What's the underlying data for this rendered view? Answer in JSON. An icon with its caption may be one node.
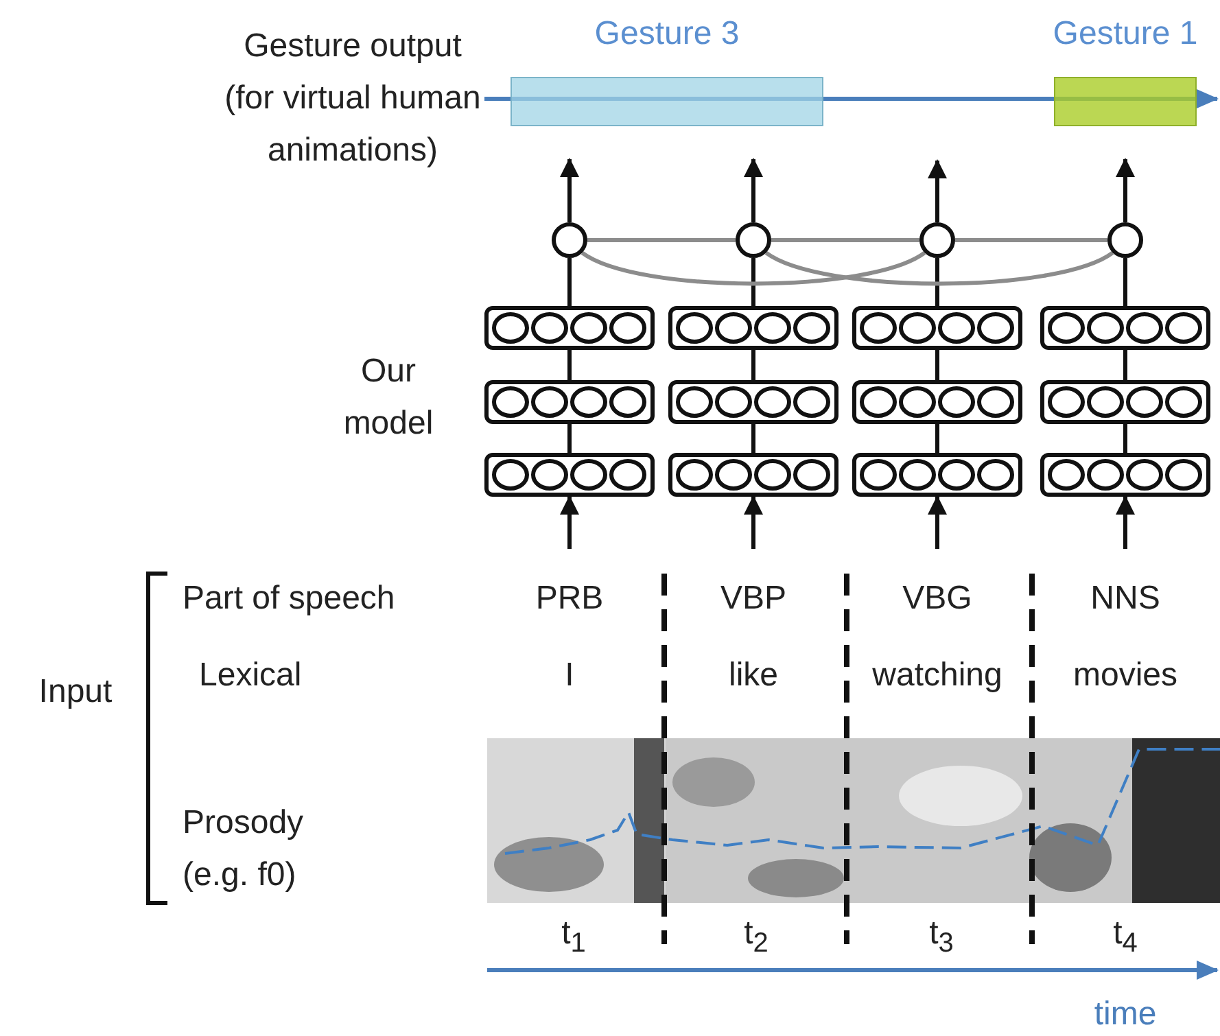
{
  "diagram": {
    "nodes": [
      {
        "text": [
          "Gesture 3"
        ]
      },
      {
        "text": [
          "Gesture 1"
        ]
      },
      {
        "text": [],
        "shape": "circle"
      },
      {
        "text": [],
        "shape": "circle"
      },
      {
        "text": [],
        "shape": "circle"
      },
      {
        "text": [],
        "shape": "circle"
      },
      {
        "text": [],
        "shape": "box"
      },
      {
        "text": [],
        "shape": "box"
      },
      {
        "text": [],
        "shape": "box"
      },
      {
        "text": [],
        "shape": "box"
      },
      {
        "text": [],
        "shape": "box"
      },
      {
        "text": [],
        "shape": "box"
      },
      {
        "text": [],
        "shape": "box"
      },
      {
        "text": [],
        "shape": "box"
      },
      {
        "text": [],
        "shape": "box"
      },
      {
        "text": [],
        "shape": "box"
      },
      {
        "text": [],
        "shape": "box"
      },
      {
        "text": [],
        "shape": "box"
      }
    ],
    "edges": [
      {
        "from": 2,
        "to": 0,
        "arrow": "to"
      },
      {
        "from": 3,
        "to": 0,
        "arrow": "to"
      },
      {
        "from": 4,
        "to": null,
        "arrow": "to"
      },
      {
        "from": 5,
        "to": 1,
        "arrow": "to"
      },
      {
        "from": 6,
        "to": 2,
        "arrow": "none"
      },
      {
        "from": 7,
        "to": 3,
        "arrow": "none"
      },
      {
        "from": 8,
        "to": 4,
        "arrow": "none"
      },
      {
        "from": 9,
        "to": 5,
        "arrow": "none"
      },
      {
        "from": 10,
        "to": 6,
        "arrow": "none"
      },
      {
        "from": 11,
        "to": 7,
        "arrow": "none"
      },
      {
        "from": 12,
        "to": 8,
        "arrow": "none"
      },
      {
        "from": 13,
        "to": 9,
        "arrow": "none"
      },
      {
        "from": 14,
        "to": 10,
        "arrow": "none"
      },
      {
        "from": 15,
        "to": 11,
        "arrow": "none"
      },
      {
        "from": 16,
        "to": 12,
        "arrow": "none"
      },
      {
        "from": 17,
        "to": 13,
        "arrow": "none"
      },
      {
        "from": null,
        "to": 14,
        "arrow": "to"
      },
      {
        "from": null,
        "to": 15,
        "arrow": "to"
      },
      {
        "from": null,
        "to": 16,
        "arrow": "to"
      },
      {
        "from": null,
        "to": 17,
        "arrow": "to"
      },
      {
        "from": 2,
        "to": 3,
        "arrow": "none",
        "color": "#8c8c8c"
      },
      {
        "from": 3,
        "to": 4,
        "arrow": "none",
        "color": "#8c8c8c"
      },
      {
        "from": 4,
        "to": 5,
        "arrow": "none",
        "color": "#8c8c8c"
      },
      {
        "from": 2,
        "to": 4,
        "arrow": "none",
        "color": "#8c8c8c"
      },
      {
        "from": 3,
        "to": 5,
        "arrow": "none",
        "color": "#8c8c8c"
      }
    ],
    "labels": [
      "Gesture output (for virtual human animations)",
      "Our model",
      "Part of speech",
      "PRB",
      "VBP",
      "VBG",
      "NNS",
      "Input",
      "Lexical",
      "I",
      "like",
      "watching",
      "movies",
      "Prosody (e.g. f0)",
      "t$_{1}$",
      "t$_{2}$",
      "t$_{3}$",
      "t$_{4}$",
      "time"
    ]
  }
}
